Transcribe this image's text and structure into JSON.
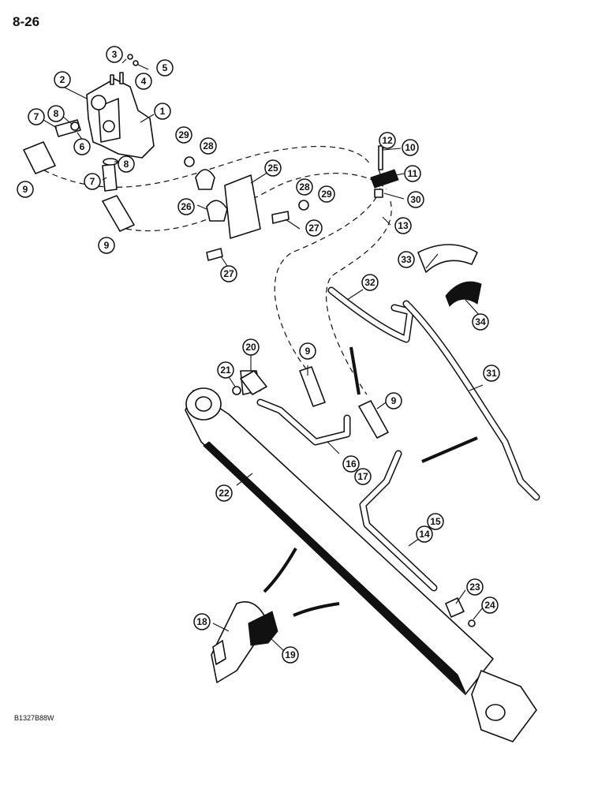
{
  "page_number": "8-26",
  "figure_code": "B1327B88W",
  "callouts": [
    {
      "id": "c1",
      "label": "1"
    },
    {
      "id": "c2",
      "label": "2"
    },
    {
      "id": "c3",
      "label": "3"
    },
    {
      "id": "c4",
      "label": "4"
    },
    {
      "id": "c5",
      "label": "5"
    },
    {
      "id": "c6",
      "label": "6"
    },
    {
      "id": "c7a",
      "label": "7"
    },
    {
      "id": "c7b",
      "label": "7"
    },
    {
      "id": "c8a",
      "label": "8"
    },
    {
      "id": "c8b",
      "label": "8"
    },
    {
      "id": "c9a",
      "label": "9"
    },
    {
      "id": "c9b",
      "label": "9"
    },
    {
      "id": "c9c",
      "label": "9"
    },
    {
      "id": "c9d",
      "label": "9"
    },
    {
      "id": "c10",
      "label": "10"
    },
    {
      "id": "c11",
      "label": "11"
    },
    {
      "id": "c12",
      "label": "12"
    },
    {
      "id": "c13",
      "label": "13"
    },
    {
      "id": "c14",
      "label": "14"
    },
    {
      "id": "c15",
      "label": "15"
    },
    {
      "id": "c16",
      "label": "16"
    },
    {
      "id": "c17",
      "label": "17"
    },
    {
      "id": "c18",
      "label": "18"
    },
    {
      "id": "c19",
      "label": "19"
    },
    {
      "id": "c20",
      "label": "20"
    },
    {
      "id": "c21",
      "label": "21"
    },
    {
      "id": "c22",
      "label": "22"
    },
    {
      "id": "c23",
      "label": "23"
    },
    {
      "id": "c24",
      "label": "24"
    },
    {
      "id": "c25",
      "label": "25"
    },
    {
      "id": "c26",
      "label": "26"
    },
    {
      "id": "c27a",
      "label": "27"
    },
    {
      "id": "c27b",
      "label": "27"
    },
    {
      "id": "c28a",
      "label": "28"
    },
    {
      "id": "c28b",
      "label": "28"
    },
    {
      "id": "c29a",
      "label": "29"
    },
    {
      "id": "c29b",
      "label": "29"
    },
    {
      "id": "c30",
      "label": "30"
    },
    {
      "id": "c31",
      "label": "31"
    },
    {
      "id": "c32",
      "label": "32"
    },
    {
      "id": "c33",
      "label": "33"
    },
    {
      "id": "c34",
      "label": "34"
    }
  ]
}
